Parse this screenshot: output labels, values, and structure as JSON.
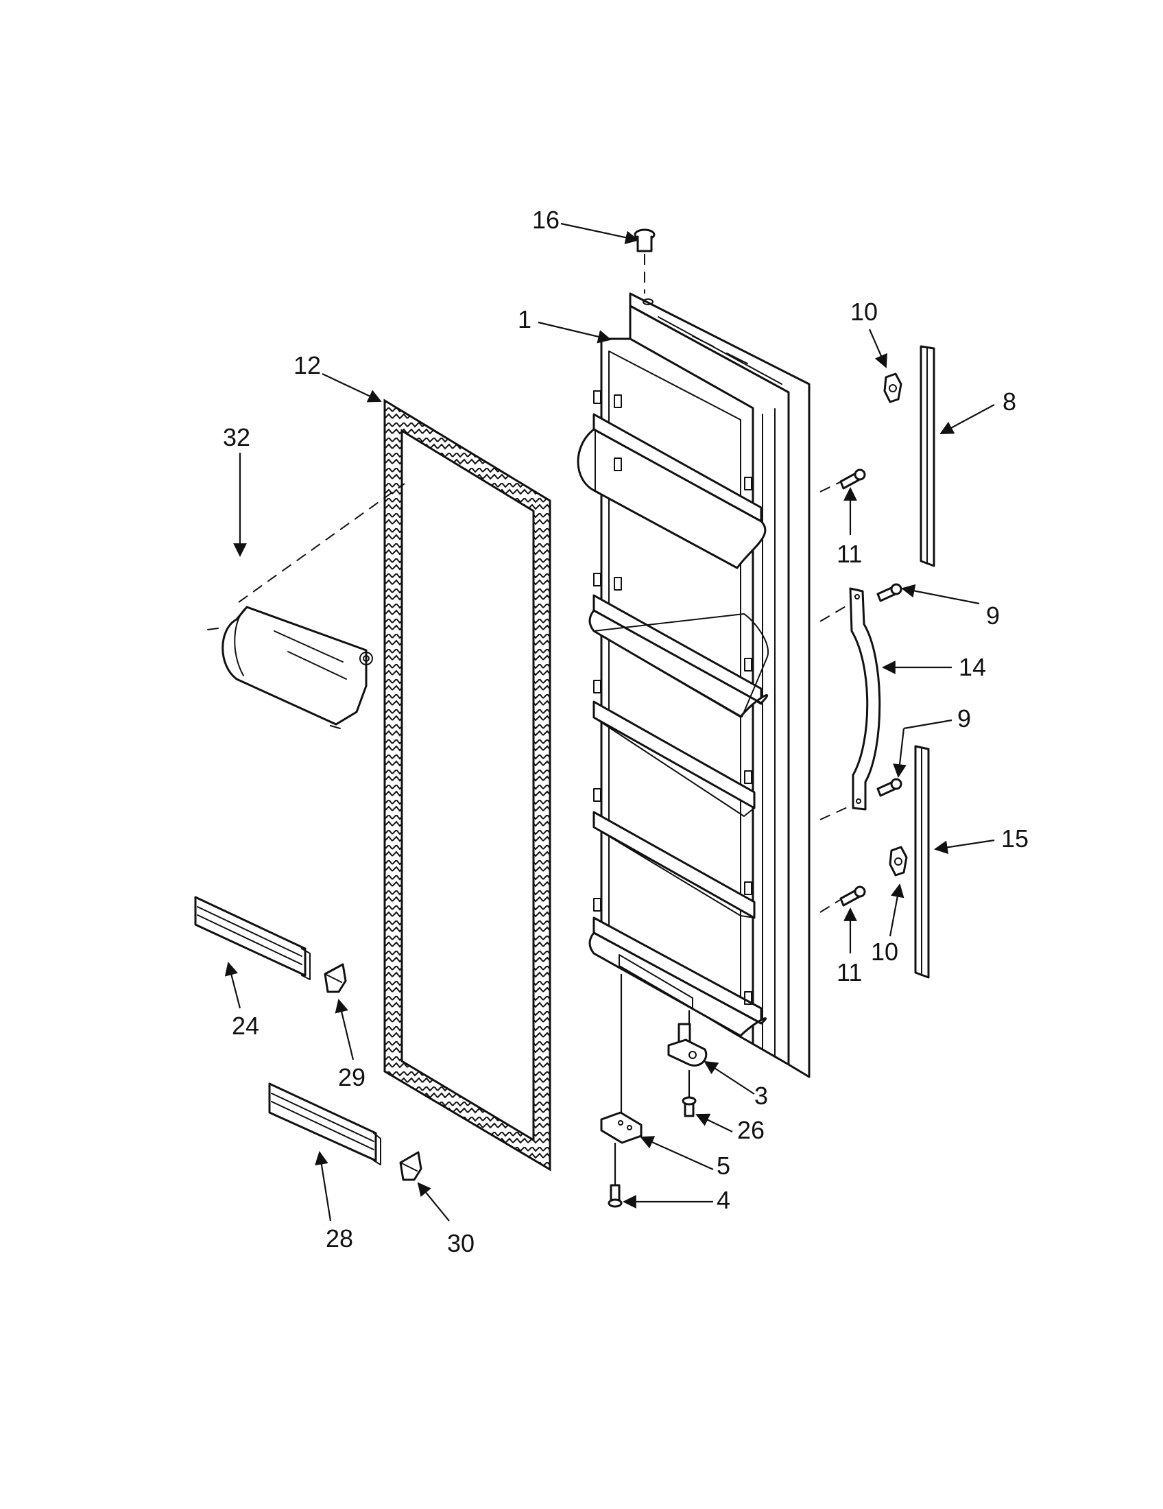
{
  "callouts": {
    "c1": "1",
    "c3": "3",
    "c4": "4",
    "c5": "5",
    "c8": "8",
    "c9a": "9",
    "c9b": "9",
    "c10a": "10",
    "c10b": "10",
    "c11a": "11",
    "c11b": "11",
    "c12": "12",
    "c14": "14",
    "c15": "15",
    "c16": "16",
    "c24": "24",
    "c26": "26",
    "c28": "28",
    "c29": "29",
    "c30": "30",
    "c32": "32"
  },
  "colors": {
    "line": "#111111",
    "background": "#ffffff"
  }
}
